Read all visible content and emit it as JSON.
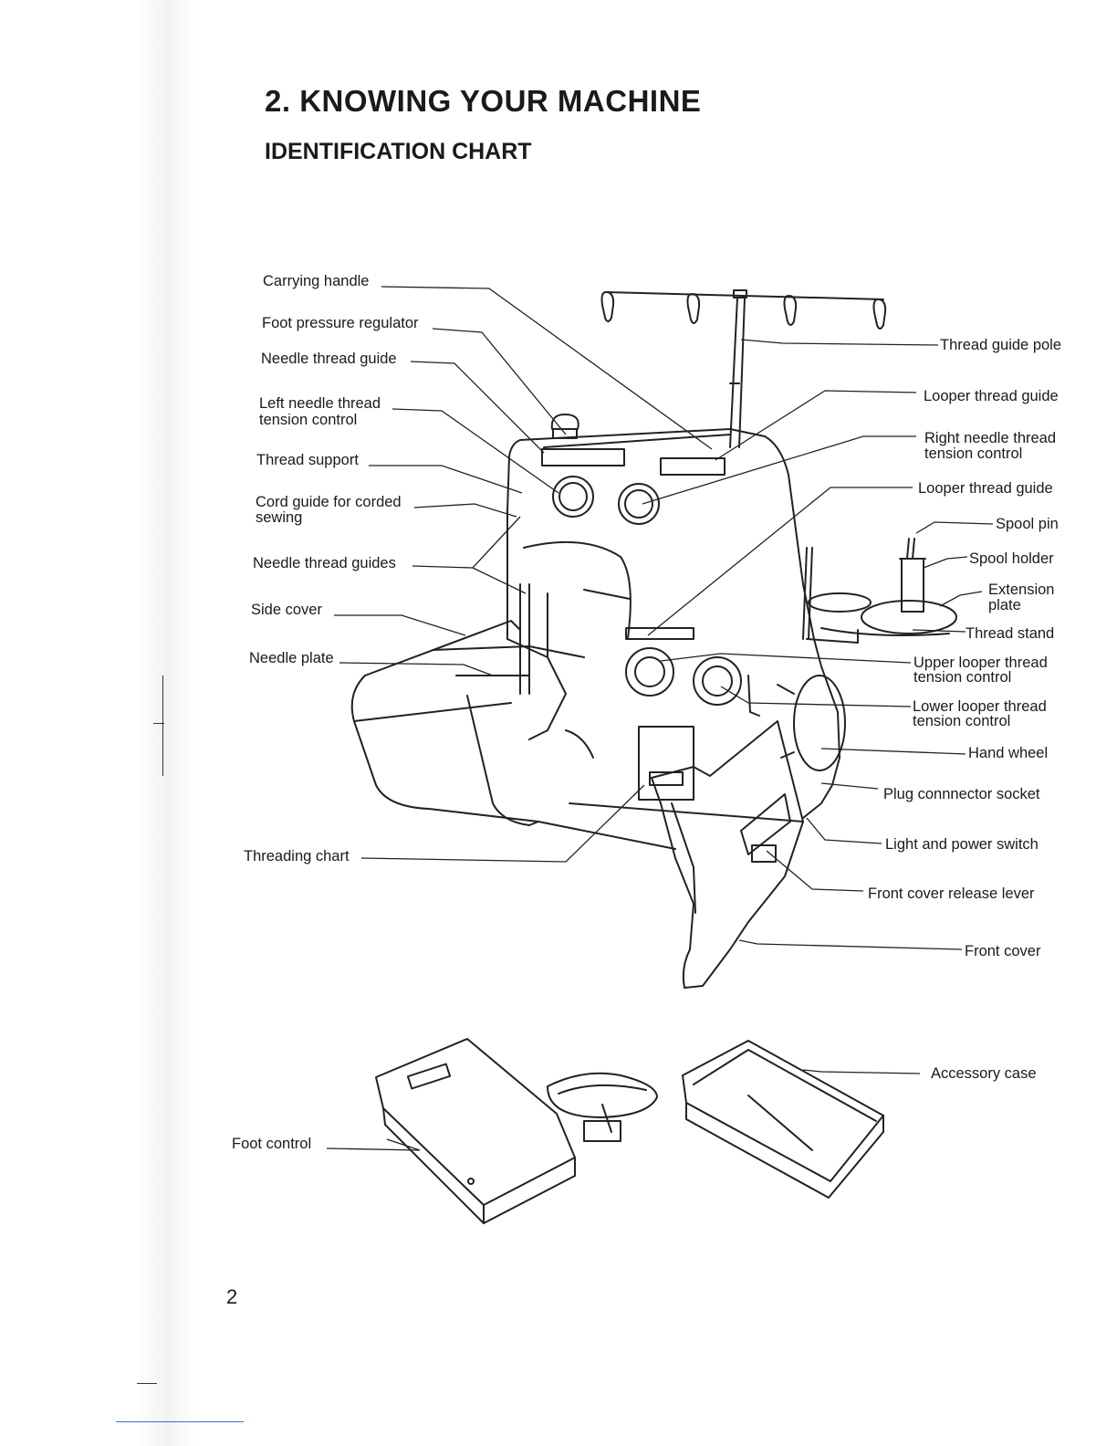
{
  "header": {
    "title": "2. KNOWING YOUR MACHINE",
    "subtitle": "IDENTIFICATION CHART"
  },
  "labels": {
    "carrying_handle": "Carrying handle",
    "foot_pressure_regulator": "Foot pressure regulator",
    "needle_thread_guide": "Needle thread guide",
    "left_needle_tension_l1": "Left needle thread",
    "left_needle_tension_l2": "tension control",
    "thread_support": "Thread support",
    "cord_guide_l1": "Cord guide for corded",
    "cord_guide_l2": "sewing",
    "needle_thread_guides": "Needle thread guides",
    "side_cover": "Side cover",
    "needle_plate": "Needle plate",
    "threading_chart": "Threading chart",
    "thread_guide_pole": "Thread guide pole",
    "looper_thread_guide_top": "Looper thread guide",
    "right_needle_tension_l1": "Right needle thread",
    "right_needle_tension_l2": "tension control",
    "looper_thread_guide_mid": "Looper thread guide",
    "spool_pin": "Spool pin",
    "spool_holder": "Spool holder",
    "extension_plate_l1": "Extension",
    "extension_plate_l2": "plate",
    "thread_stand": "Thread stand",
    "upper_looper_l1": "Upper looper thread",
    "upper_looper_l2": "tension control",
    "lower_looper_l1": "Lower looper thread",
    "lower_looper_l2": "tension control",
    "hand_wheel": "Hand wheel",
    "plug_socket": "Plug connnector socket",
    "light_power_switch": "Light and power switch",
    "front_cover_release": "Front cover release lever",
    "front_cover": "Front cover",
    "accessory_case": "Accessory case",
    "foot_control": "Foot control"
  },
  "footer": {
    "page_number": "2"
  }
}
